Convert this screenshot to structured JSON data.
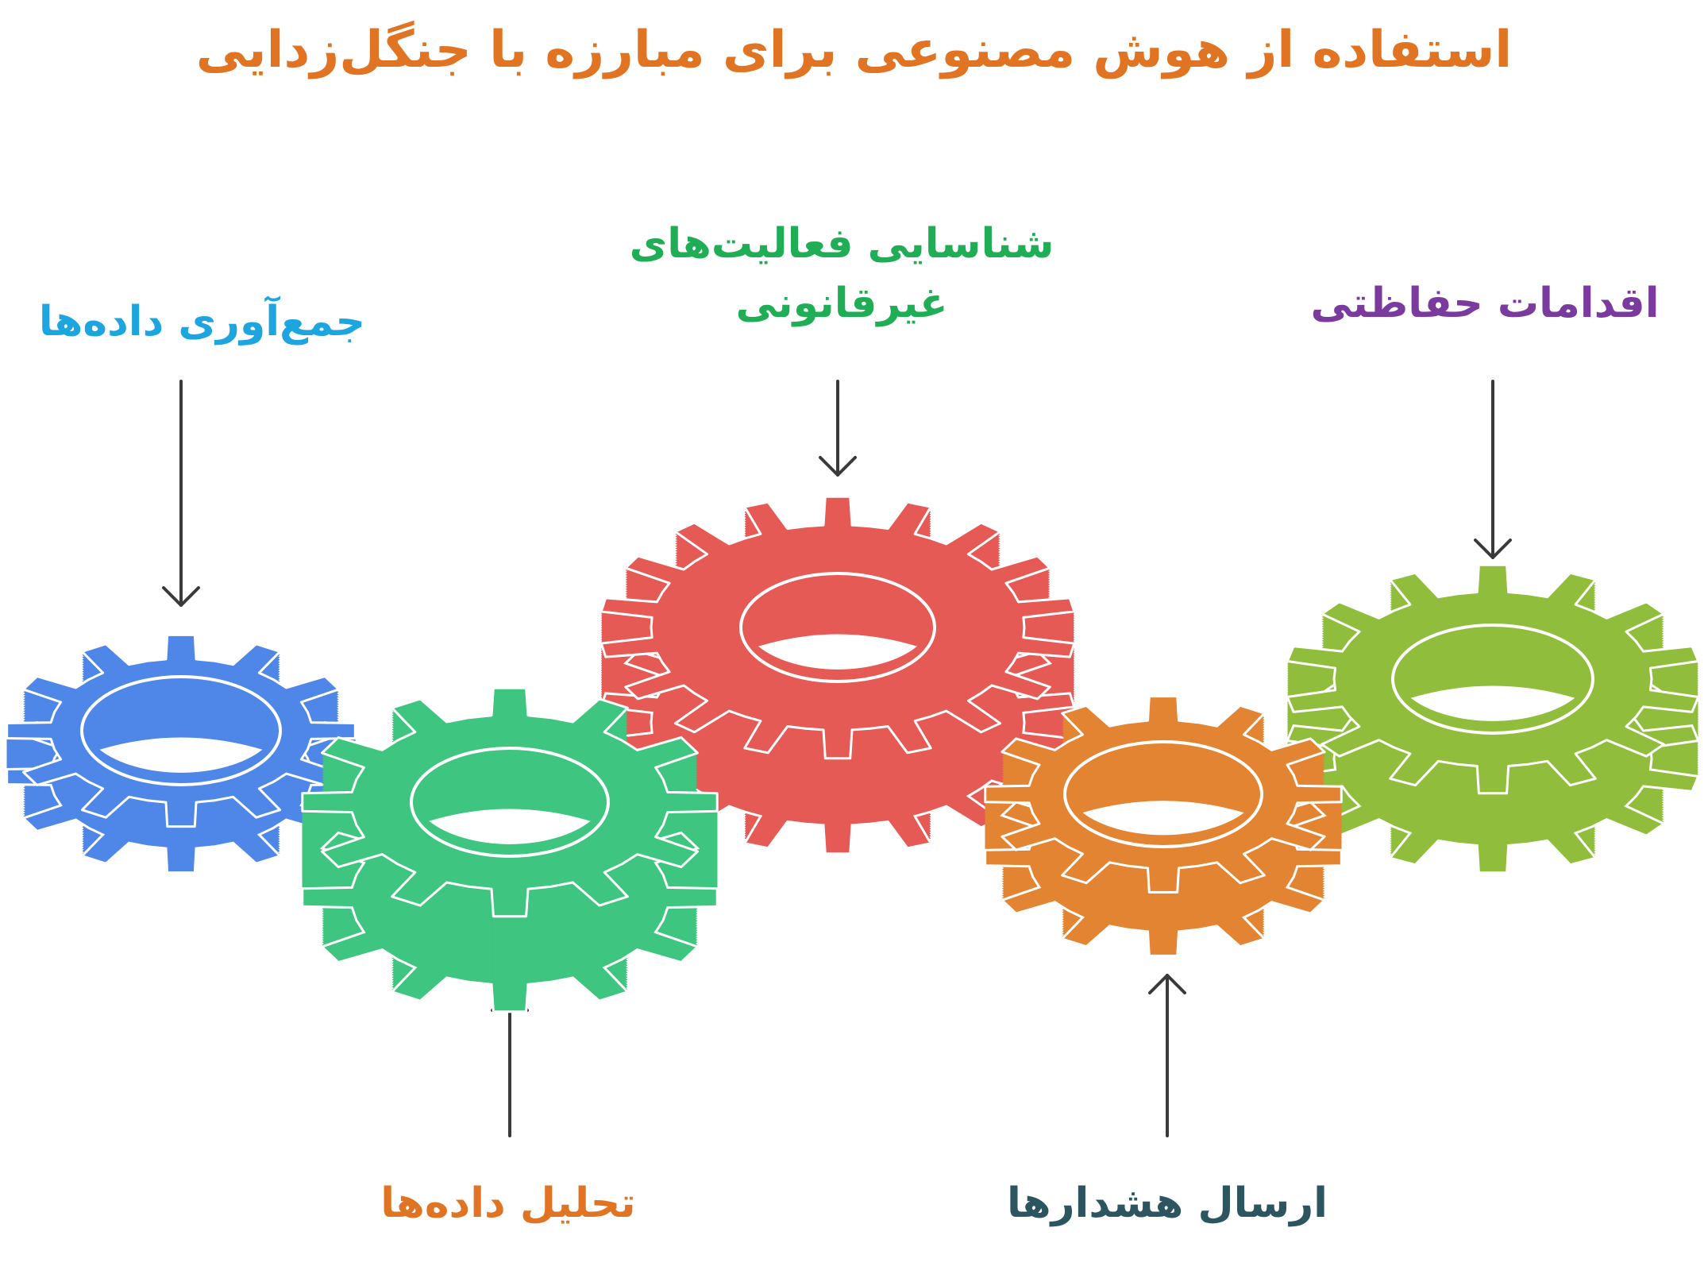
{
  "title": {
    "text": "استفاده از هوش مصنوعی برای مبارزه با جنگل‌زدایی",
    "color": "#E07422"
  },
  "steps": [
    {
      "label": "جمع‌آوری داده‌ها",
      "color": "#1DA5E0",
      "gear_color": "#4F87E8"
    },
    {
      "label": "تحلیل داده‌ها",
      "color": "#E07422",
      "gear_color": "#3EC580"
    },
    {
      "label_line1": "شناسایی فعالیت‌های",
      "label_line2": "غیرقانونی",
      "color": "#1FAE55",
      "gear_color": "#E65A56"
    },
    {
      "label": "ارسال هشدارها",
      "color": "#2C5560",
      "gear_color": "#E28432"
    },
    {
      "label": "اقدامات حفاظتی",
      "color": "#7A3A9E",
      "gear_color": "#90BE3C"
    }
  ],
  "arrow_color": "#3a3a3a"
}
